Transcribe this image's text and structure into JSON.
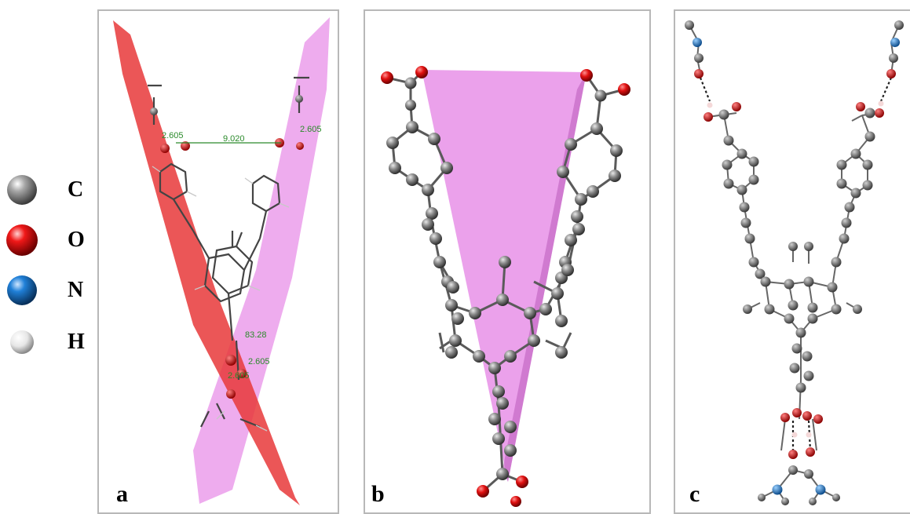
{
  "legend": {
    "items": [
      {
        "label": "C",
        "color": "#7a7a7a"
      },
      {
        "label": "O",
        "color": "#e01010"
      },
      {
        "label": "N",
        "color": "#1a70c8"
      },
      {
        "label": "H",
        "color": "#e8e8e8"
      }
    ]
  },
  "panels": [
    {
      "letter": "a",
      "measurements": [
        "2.605",
        "9.020",
        "2.605",
        "83.28",
        "2.605",
        "2.605"
      ]
    },
    {
      "letter": "b"
    },
    {
      "letter": "c"
    }
  ],
  "colors": {
    "carbon": "#6e6e6e",
    "oxygen": "#e01010",
    "nitrogen": "#1a70c8",
    "hydrogen": "#f0e0e0",
    "plane_red": "#e8383a",
    "plane_pink": "#e890e8",
    "measure_green": "#2a8a2a"
  }
}
